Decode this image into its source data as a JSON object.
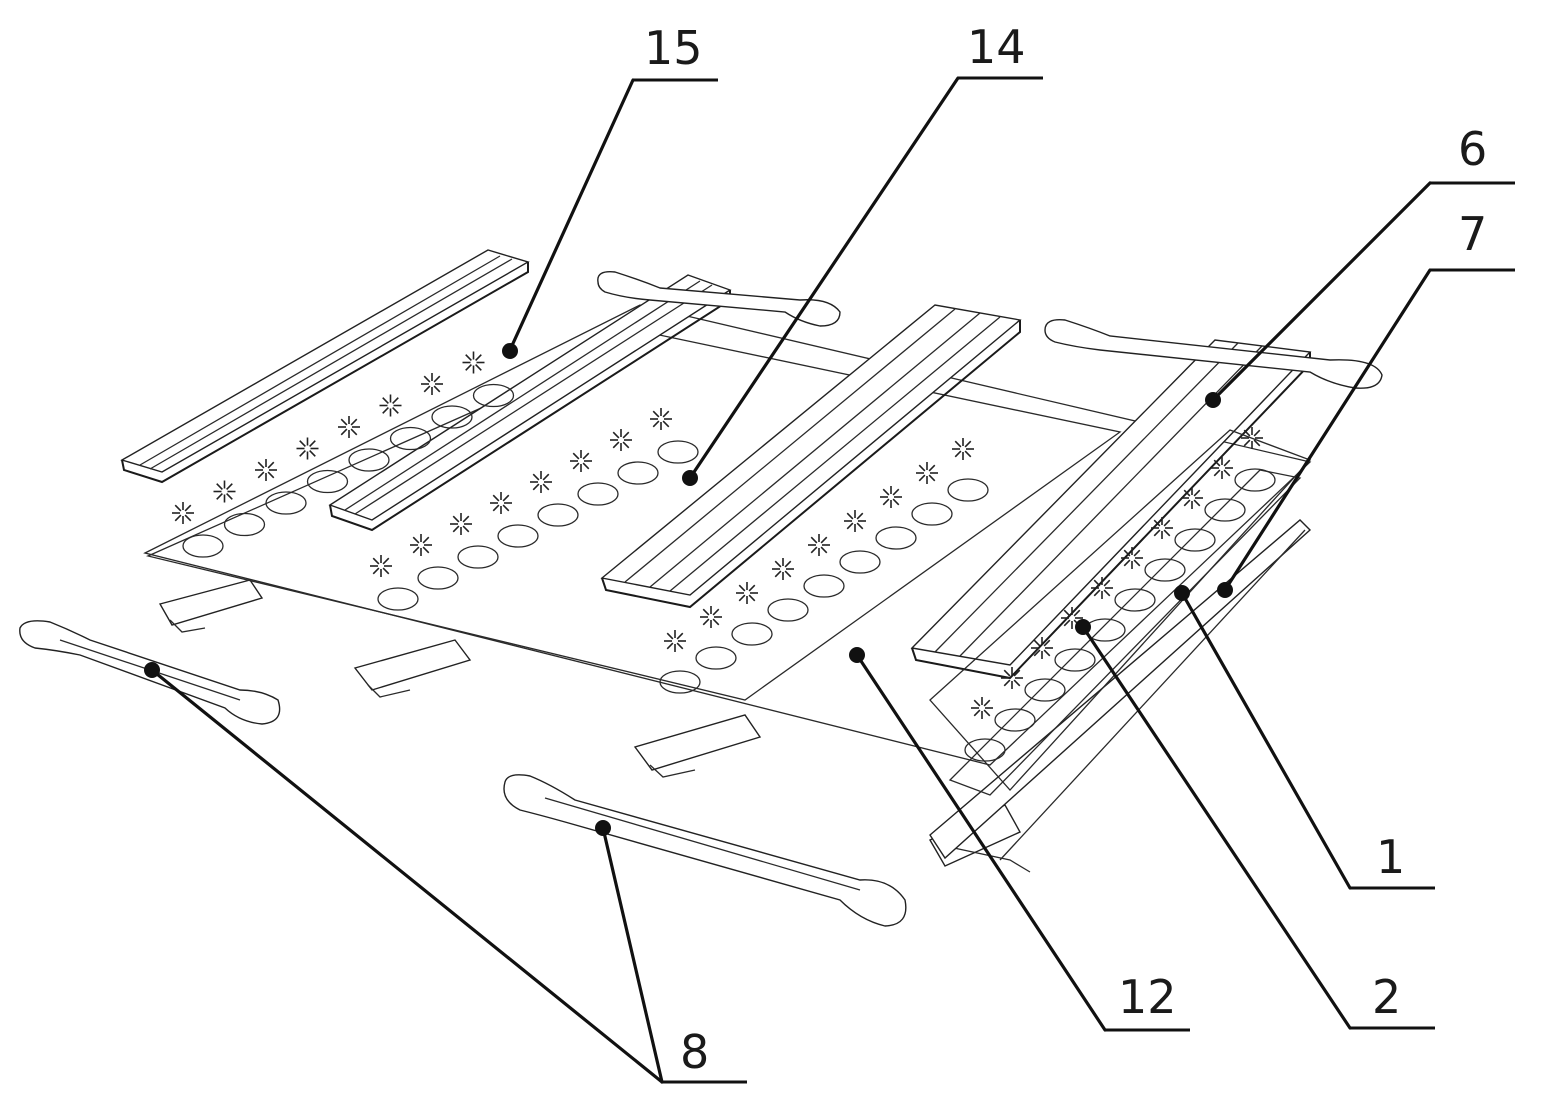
{
  "figure": {
    "labels": [
      {
        "id": "15",
        "text": "15"
      },
      {
        "id": "14",
        "text": "14"
      },
      {
        "id": "6",
        "text": "6"
      },
      {
        "id": "7",
        "text": "7"
      },
      {
        "id": "1",
        "text": "1"
      },
      {
        "id": "2",
        "text": "2"
      },
      {
        "id": "12",
        "text": "12"
      },
      {
        "id": "8",
        "text": "8"
      }
    ]
  }
}
